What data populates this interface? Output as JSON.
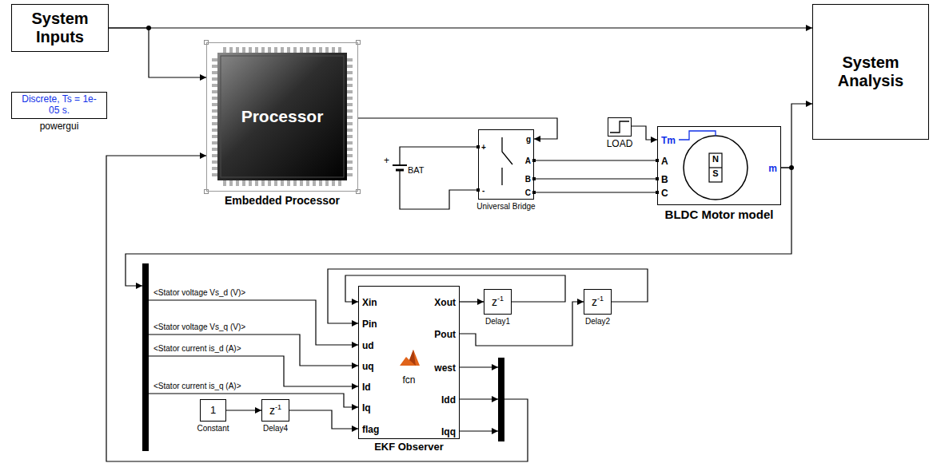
{
  "diagram": {
    "nodes": [
      {
        "text": [
          "System Inputs"
        ]
      },
      {
        "text": [
          "Processor",
          "Embedded Processor"
        ]
      },
      {
        "text": [
          "Discrete, Ts = 1e-05 s.",
          "powergui"
        ]
      },
      {
        "text": [
          "System Analysis"
        ]
      },
      {
        "text": [
          "+",
          "BAT"
        ]
      },
      {
        "text": [
          "+",
          "-",
          "g",
          "A",
          "B",
          "C",
          "Universal Bridge"
        ]
      },
      {
        "text": [
          "LOAD"
        ]
      },
      {
        "text": [
          "Tm",
          "A",
          "B",
          "C",
          "m",
          "N",
          "S",
          "BLDC Motor model"
        ]
      },
      {
        "text": [
          "<Stator voltage Vs_d (V)>",
          "<Stator voltage Vs_q (V)>",
          "<Stator current is_d (A)>",
          "<Stator current is_q (A)>"
        ]
      },
      {
        "text": [
          "Xin",
          "Pin",
          "ud",
          "uq",
          "Id",
          "Iq",
          "flag",
          "fcn",
          "Xout",
          "Pout",
          "west",
          "Idd",
          "Iqq",
          "EKF Observer"
        ]
      },
      {
        "text": [
          "z",
          "-1",
          "Delay1"
        ]
      },
      {
        "text": [
          "z",
          "-1",
          "Delay2"
        ]
      },
      {
        "text": [
          "1",
          "Constant"
        ]
      },
      {
        "text": [
          "z",
          "-1",
          "Delay4"
        ]
      }
    ],
    "edges": [
      {
        "from": 0,
        "to": 3,
        "arrow": "to"
      },
      {
        "from": 0,
        "to": 1,
        "arrow": "to"
      },
      {
        "from": 1,
        "to": 5,
        "arrow": "to"
      },
      {
        "from": 4,
        "to": 5,
        "arrow": "none"
      },
      {
        "from": 4,
        "to": 5,
        "arrow": "none"
      },
      {
        "from": 5,
        "to": 7,
        "arrow": "none"
      },
      {
        "from": 5,
        "to": 7,
        "arrow": "none"
      },
      {
        "from": 5,
        "to": 7,
        "arrow": "none"
      },
      {
        "from": 6,
        "to": 7,
        "arrow": "to"
      },
      {
        "from": 7,
        "to": 3,
        "arrow": "to"
      },
      {
        "from": 7,
        "to": 8,
        "arrow": "to"
      },
      {
        "from": 8,
        "to": 9,
        "arrow": "to"
      },
      {
        "from": 8,
        "to": 9,
        "arrow": "to"
      },
      {
        "from": 8,
        "to": 9,
        "arrow": "to"
      },
      {
        "from": 8,
        "to": 9,
        "arrow": "to"
      },
      {
        "from": 12,
        "to": 13,
        "arrow": "to"
      },
      {
        "from": 13,
        "to": 9,
        "arrow": "to"
      },
      {
        "from": 9,
        "to": 10,
        "arrow": "to"
      },
      {
        "from": 10,
        "to": 9,
        "arrow": "to"
      },
      {
        "from": 9,
        "to": 11,
        "arrow": "to"
      },
      {
        "from": 11,
        "to": 9,
        "arrow": "to"
      }
    ]
  }
}
